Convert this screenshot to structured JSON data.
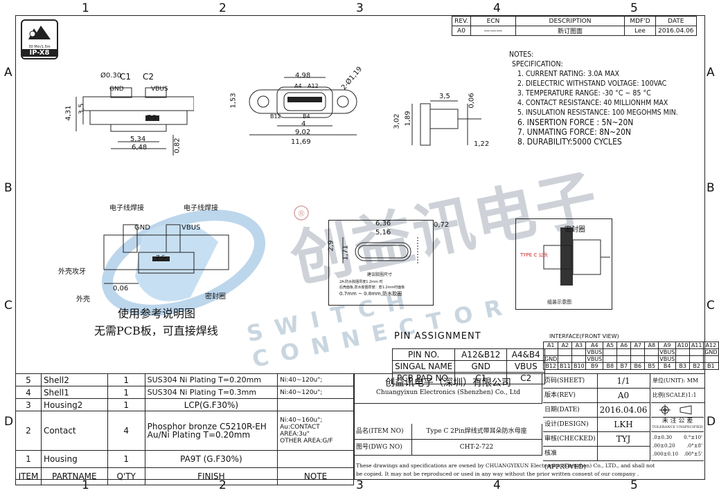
{
  "grid": {
    "columns": [
      "1",
      "2",
      "3",
      "4",
      "5"
    ],
    "rows": [
      "A",
      "B",
      "C",
      "D"
    ]
  },
  "badge": {
    "rating": "30 Min/1.5m",
    "code": "IP-X8"
  },
  "revision": {
    "headers": [
      "REV.",
      "ECN",
      "DESCRIPTION",
      "MDF'D",
      "DATE"
    ],
    "row": [
      "A0",
      "———",
      "新订图面",
      "Lee",
      "2016.04.06"
    ]
  },
  "notes": {
    "title": "NOTES:",
    "subtitle": "SPECIFICATION:",
    "items": [
      "1. CURRENT RATING: 3.0A MAX",
      "2. DIELECTRIC WITHSTAND VOLTAGE: 100VAC",
      "3. TEMPERATURE RANGE: -30 °C ~ 85 °C",
      "4. CONTACT RESISTANCE: 40 MILLIONHM MAX",
      "5. INSULATION RESISTANCE: 100 MEGOHMS MIN.",
      "6.  INSERTION FORCE : 5N~20N",
      "7.  UNMATING FORCE: 8N~20N",
      "8.  DURABILITY:5000  CYCLES"
    ]
  },
  "dims": {
    "d1": "Ø0.30",
    "c1": "C1",
    "c2": "C2",
    "gnd": "GND",
    "vbus": "VBUS",
    "h431": "4,31",
    "h35": "3,5",
    "w534": "5,34",
    "w648": "6,48",
    "h082": "0,82",
    "w498": "4,98",
    "a4": "A4",
    "a12": "A12",
    "d119": "2-Ø1,19",
    "h153": "1,53",
    "b12": "B12",
    "b4": "B4",
    "w4": "4",
    "w902": "9,02",
    "w1169": "11,69",
    "w35": "3,5",
    "t006": "0,06",
    "h302": "3,02",
    "h189": "1,89",
    "w122": "1,22",
    "w636": "6,36",
    "w516": "5,16",
    "w072": "0,72",
    "h29": "2,9",
    "h171": "1,71",
    "t006b": "0,06"
  },
  "labels": {
    "weld1": "电子线焊接",
    "weld2": "电子线焊接",
    "gnd": "GND",
    "vbus": "VBUS",
    "shell_tooth": "外壳攻牙",
    "shell": "外壳",
    "seal": "密封圈",
    "ref1": "使用参考说明图",
    "ref2": "无需PCB板，可直接焊线",
    "hole": "建议胶圈尺寸",
    "hole_note1": "2A:防水胶圈厚度1.2mm 时",
    "hole_note2": "后壳面板,防水胶圈厚度：若1.2mm时面板",
    "hole_note3": "0.7mm ~ 0.8mm,防水胶圈",
    "seal2": "密封圈",
    "typec": "TYPE C 公头",
    "assembly": "组装示意图",
    "zs": "Z-S"
  },
  "watermark": {
    "cn": "创益讯电子",
    "en": "SWITCH CONNECTOR",
    "reg": "®"
  },
  "pin_assignment": {
    "title": "PIN ASSIGNMENT",
    "rows": [
      [
        "PIN NO.",
        "A12&B12",
        "A4&B4"
      ],
      [
        "SINGAL NAME",
        "GND",
        "VBUS"
      ],
      [
        "PCB PAD NO.",
        "C1",
        "C2"
      ]
    ]
  },
  "interface": {
    "title": "INTERFACE(FRONT VIEW)",
    "top": [
      "A1",
      "A2",
      "A3",
      "A4",
      "A5",
      "A6",
      "A7",
      "A8",
      "A9",
      "A10",
      "A11",
      "A12"
    ],
    "top_sig": [
      "",
      "",
      "",
      "VBUS",
      "",
      "",
      "",
      "",
      "VBUS",
      "",
      "",
      "GND"
    ],
    "bot_sig": [
      "GND",
      "",
      "",
      "VBUS",
      "",
      "",
      "",
      "",
      "VBUS",
      "",
      "",
      ""
    ],
    "bottom": [
      "B12",
      "B11",
      "B10",
      "B9",
      "B8",
      "B7",
      "B6",
      "B5",
      "B4",
      "B3",
      "B2",
      "B1"
    ]
  },
  "bom": {
    "rows": [
      [
        "5",
        "Shell2",
        "1",
        "SUS304  Ni   Plating  T=0.20mm",
        "Ni:40~120u\";"
      ],
      [
        "4",
        "Shell1",
        "1",
        "SUS304  Ni   Plating  T=0.3mm",
        "Ni:40~120u\";"
      ],
      [
        "3",
        "Housing2",
        "1",
        "LCP(G.F30%)",
        ""
      ],
      [
        "2",
        "Contact",
        "4",
        "Phosphor  bronze  C5210R-EH\nAu/Ni   Plating    T=0.20mm",
        "Ni:40~160u\";\nAu:CONTACT\nAREA:3u\"\nOTHER AREA:G/F"
      ],
      [
        "1",
        "Housing",
        "1",
        "PA9T  (G.F30%)",
        ""
      ]
    ],
    "header": [
      "ITEM",
      "PARTNAME",
      "Q'TY",
      "FINISH",
      "NOTE"
    ]
  },
  "title_block": {
    "company_cn": "创益讯电子（深圳）有限公司",
    "company_en": "Chuangyixun Electronics (Shenzhen) Co., Ltd",
    "item_label": "品名(ITEM NO)",
    "item_value": "Type C 2Pin焊线式带耳朵防水母座",
    "dwg_label": "图号(DWG NO)",
    "dwg_value": "CHT-2-722",
    "sheet_label": "页码(SHEET)",
    "sheet_value": "1/1",
    "unit_label": "单位(UNIT): MM",
    "rev_label": "版本(REV)",
    "rev_value": "A0",
    "scale_label": "比例(SCALE)1:1",
    "date_label": "日期(DATE)",
    "date_value": "2016.04.06",
    "design_label": "设计(DESIGN)",
    "design_value": "LKH",
    "tol_title": "未 注 公 差",
    "tol_sub": "TOLERANCE UNSPECIFIED",
    "check_label": "审核(CHECKED)",
    "check_value": "TYJ",
    "approve_label": "核准(APPROVED)",
    "approve_value": "",
    "tol1": ".0±0.30",
    "tol2": ".00±0.20",
    "tol3": ".000±0.10",
    "ang1": "0.°±10'",
    "ang2": ".0°±8'",
    "ang3": ".00°±5'",
    "footer1": "These drawings and specifications are owned by CHUANGYIXUN Electronics (Shenzhen) Co., LTD., and shall not",
    "footer2": "be copied. It may not be reproduced or used in any way without the prior written consent of our company ."
  }
}
